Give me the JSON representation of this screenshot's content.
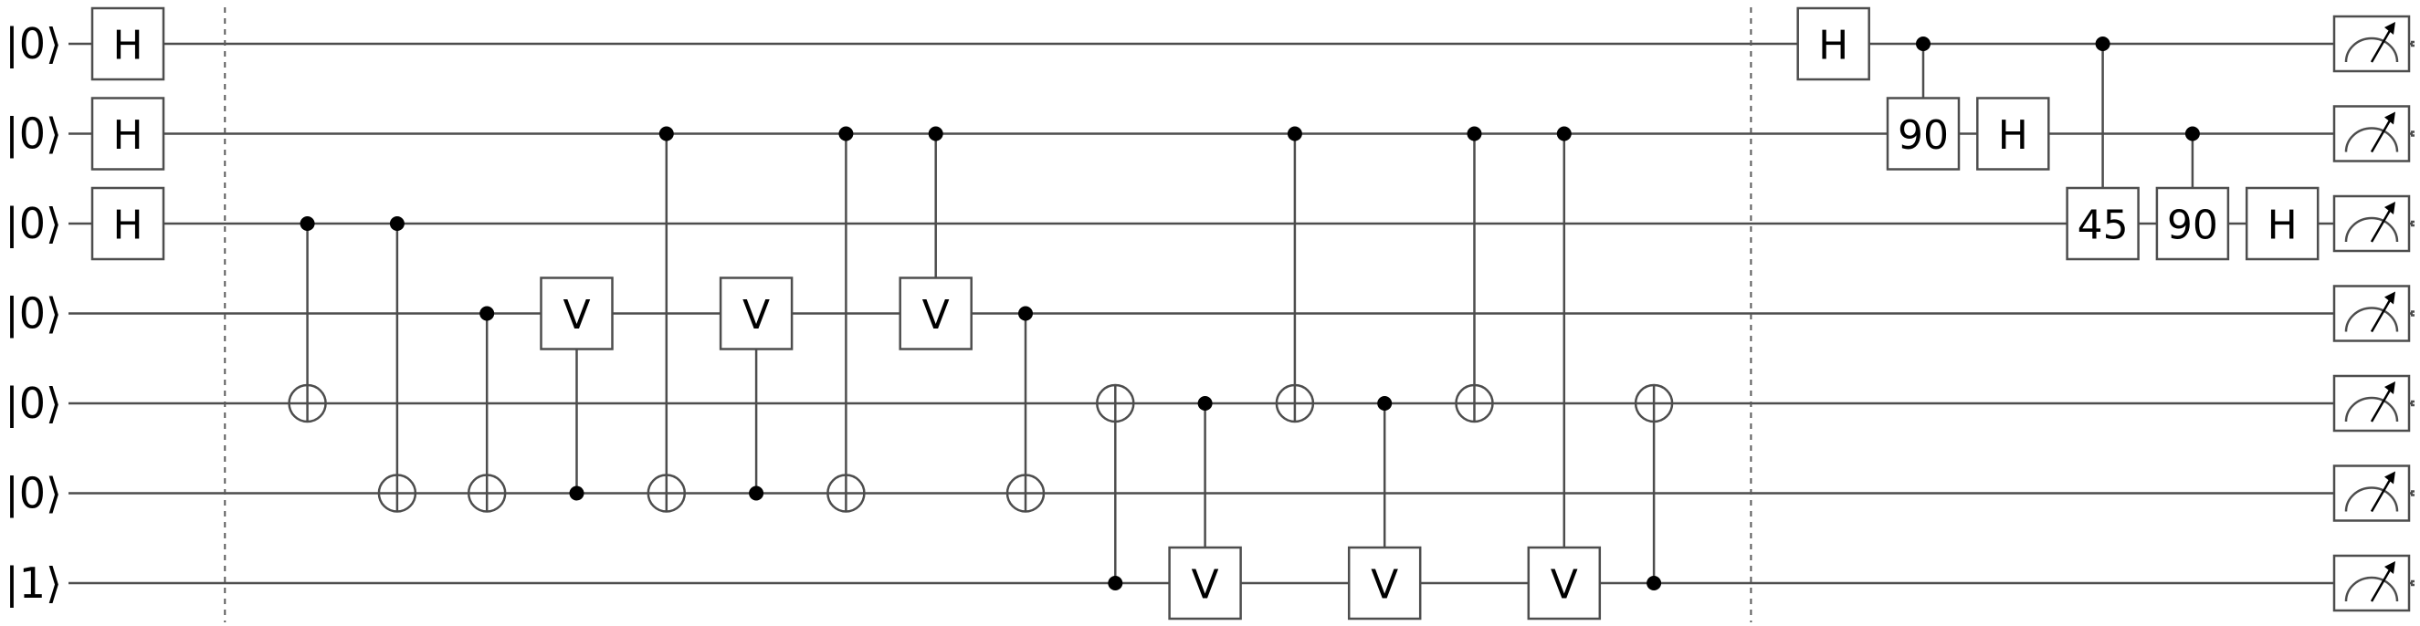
{
  "qubits": [
    {
      "label": "|0⟩"
    },
    {
      "label": "|0⟩"
    },
    {
      "label": "|0⟩"
    },
    {
      "label": "|0⟩"
    },
    {
      "label": "|0⟩"
    },
    {
      "label": "|0⟩"
    },
    {
      "label": "|1⟩"
    }
  ],
  "layers": [
    [
      {
        "type": "gate",
        "label": "H",
        "target": 0
      },
      {
        "type": "gate",
        "label": "H",
        "target": 1
      },
      {
        "type": "gate",
        "label": "H",
        "target": 2
      }
    ],
    [
      {
        "type": "barrier"
      }
    ],
    [
      {
        "type": "cnot",
        "control": 2,
        "target": 4
      }
    ],
    [
      {
        "type": "cnot",
        "control": 2,
        "target": 5
      }
    ],
    [
      {
        "type": "cnot",
        "control": 3,
        "target": 5
      }
    ],
    [
      {
        "type": "controlled",
        "label": "V",
        "control": 5,
        "target": 3
      }
    ],
    [
      {
        "type": "cnot",
        "control": 1,
        "target": 5
      }
    ],
    [
      {
        "type": "controlled",
        "label": "V",
        "control": 5,
        "target": 3
      }
    ],
    [
      {
        "type": "cnot",
        "control": 1,
        "target": 5
      }
    ],
    [
      {
        "type": "controlled",
        "label": "V",
        "control": 1,
        "target": 3
      }
    ],
    [
      {
        "type": "cnot",
        "control": 3,
        "target": 5
      }
    ],
    [
      {
        "type": "cnot",
        "control": 6,
        "target": 4
      }
    ],
    [
      {
        "type": "controlled",
        "label": "V",
        "control": 4,
        "target": 6
      }
    ],
    [
      {
        "type": "cnot",
        "control": 1,
        "target": 4
      }
    ],
    [
      {
        "type": "controlled",
        "label": "V",
        "control": 4,
        "target": 6
      }
    ],
    [
      {
        "type": "cnot",
        "control": 1,
        "target": 4
      }
    ],
    [
      {
        "type": "controlled",
        "label": "V",
        "control": 1,
        "target": 6
      }
    ],
    [
      {
        "type": "cnot",
        "control": 6,
        "target": 4
      }
    ],
    [
      {
        "type": "barrier"
      }
    ],
    [
      {
        "type": "gate",
        "label": "H",
        "target": 0
      }
    ],
    [
      {
        "type": "controlled",
        "label": "90",
        "control": 0,
        "target": 1
      }
    ],
    [
      {
        "type": "gate",
        "label": "H",
        "target": 1
      }
    ],
    [
      {
        "type": "controlled",
        "label": "45",
        "control": 0,
        "target": 2
      }
    ],
    [
      {
        "type": "controlled",
        "label": "90",
        "control": 1,
        "target": 2
      }
    ],
    [
      {
        "type": "gate",
        "label": "H",
        "target": 2
      }
    ],
    [
      {
        "type": "measure",
        "targets": [
          0,
          1,
          2,
          3,
          4,
          5,
          6
        ]
      }
    ]
  ]
}
